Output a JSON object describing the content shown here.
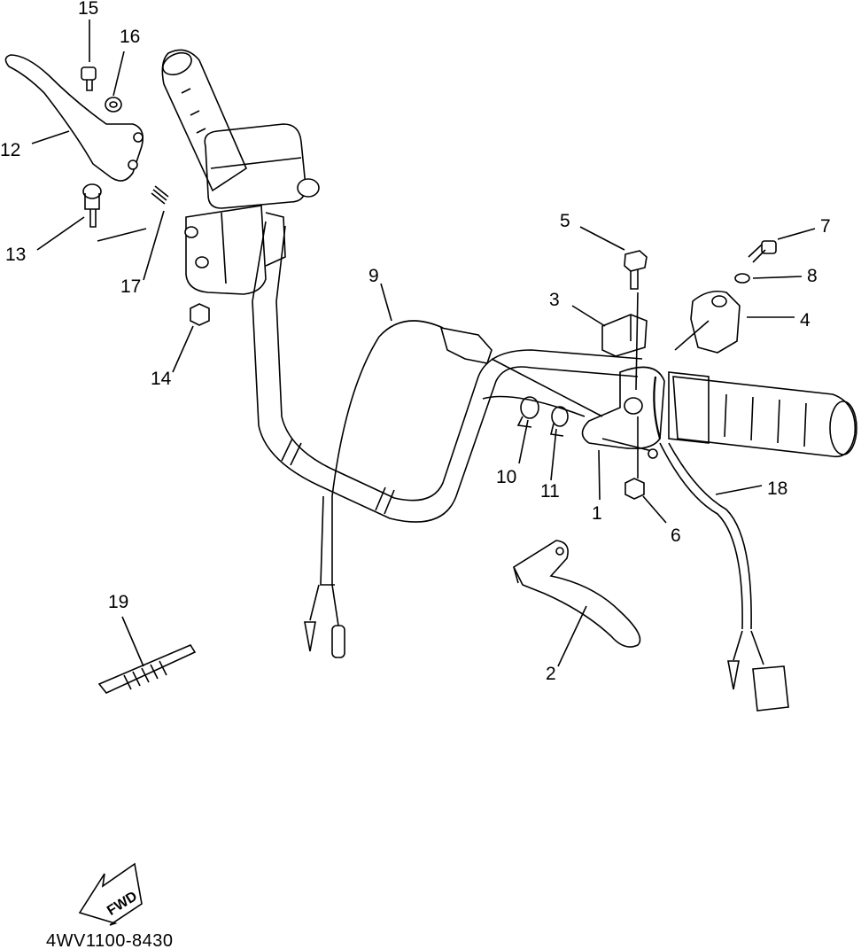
{
  "callouts": [
    {
      "id": "c15",
      "text": "15"
    },
    {
      "id": "c16",
      "text": "16"
    },
    {
      "id": "c12",
      "text": "12"
    },
    {
      "id": "c13",
      "text": "13"
    },
    {
      "id": "c17",
      "text": "17"
    },
    {
      "id": "c14",
      "text": "14"
    },
    {
      "id": "c9",
      "text": "9"
    },
    {
      "id": "c5",
      "text": "5"
    },
    {
      "id": "c7",
      "text": "7"
    },
    {
      "id": "c8",
      "text": "8"
    },
    {
      "id": "c3",
      "text": "3"
    },
    {
      "id": "c4",
      "text": "4"
    },
    {
      "id": "c10",
      "text": "10"
    },
    {
      "id": "c11",
      "text": "11"
    },
    {
      "id": "c1",
      "text": "1"
    },
    {
      "id": "c18",
      "text": "18"
    },
    {
      "id": "c6",
      "text": "6"
    },
    {
      "id": "c19",
      "text": "19"
    },
    {
      "id": "c2",
      "text": "2"
    }
  ],
  "fwd_label": "FWD",
  "drawing_code": "4WV1100-8430"
}
